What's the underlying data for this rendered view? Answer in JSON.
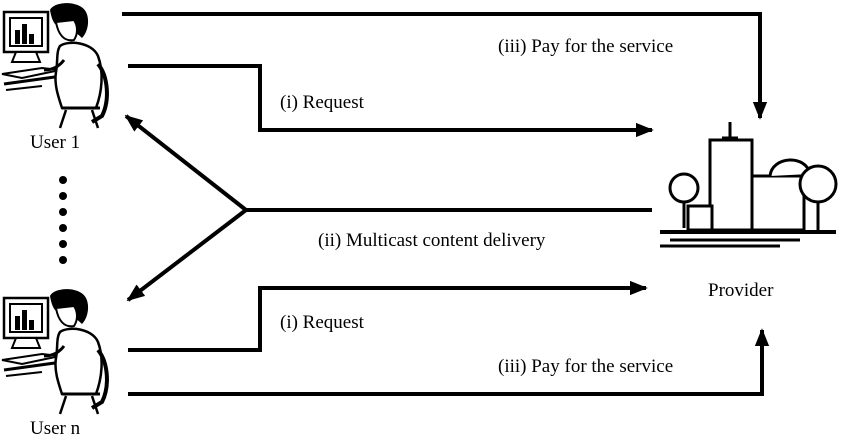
{
  "nodes": {
    "user1": {
      "label": "User 1",
      "icon": "user-at-computer-icon"
    },
    "usern": {
      "label": "User n",
      "icon": "user-at-computer-icon"
    },
    "provider": {
      "label": "Provider",
      "icon": "provider-building-icon"
    }
  },
  "edges": {
    "request_top": "(i) Request",
    "request_bottom": "(i) Request",
    "multicast": "(ii) Multicast content delivery",
    "pay_top": "(iii) Pay for the service",
    "pay_bottom": "(iii) Pay for the service"
  },
  "colors": {
    "stroke": "#000000",
    "background": "#ffffff"
  }
}
